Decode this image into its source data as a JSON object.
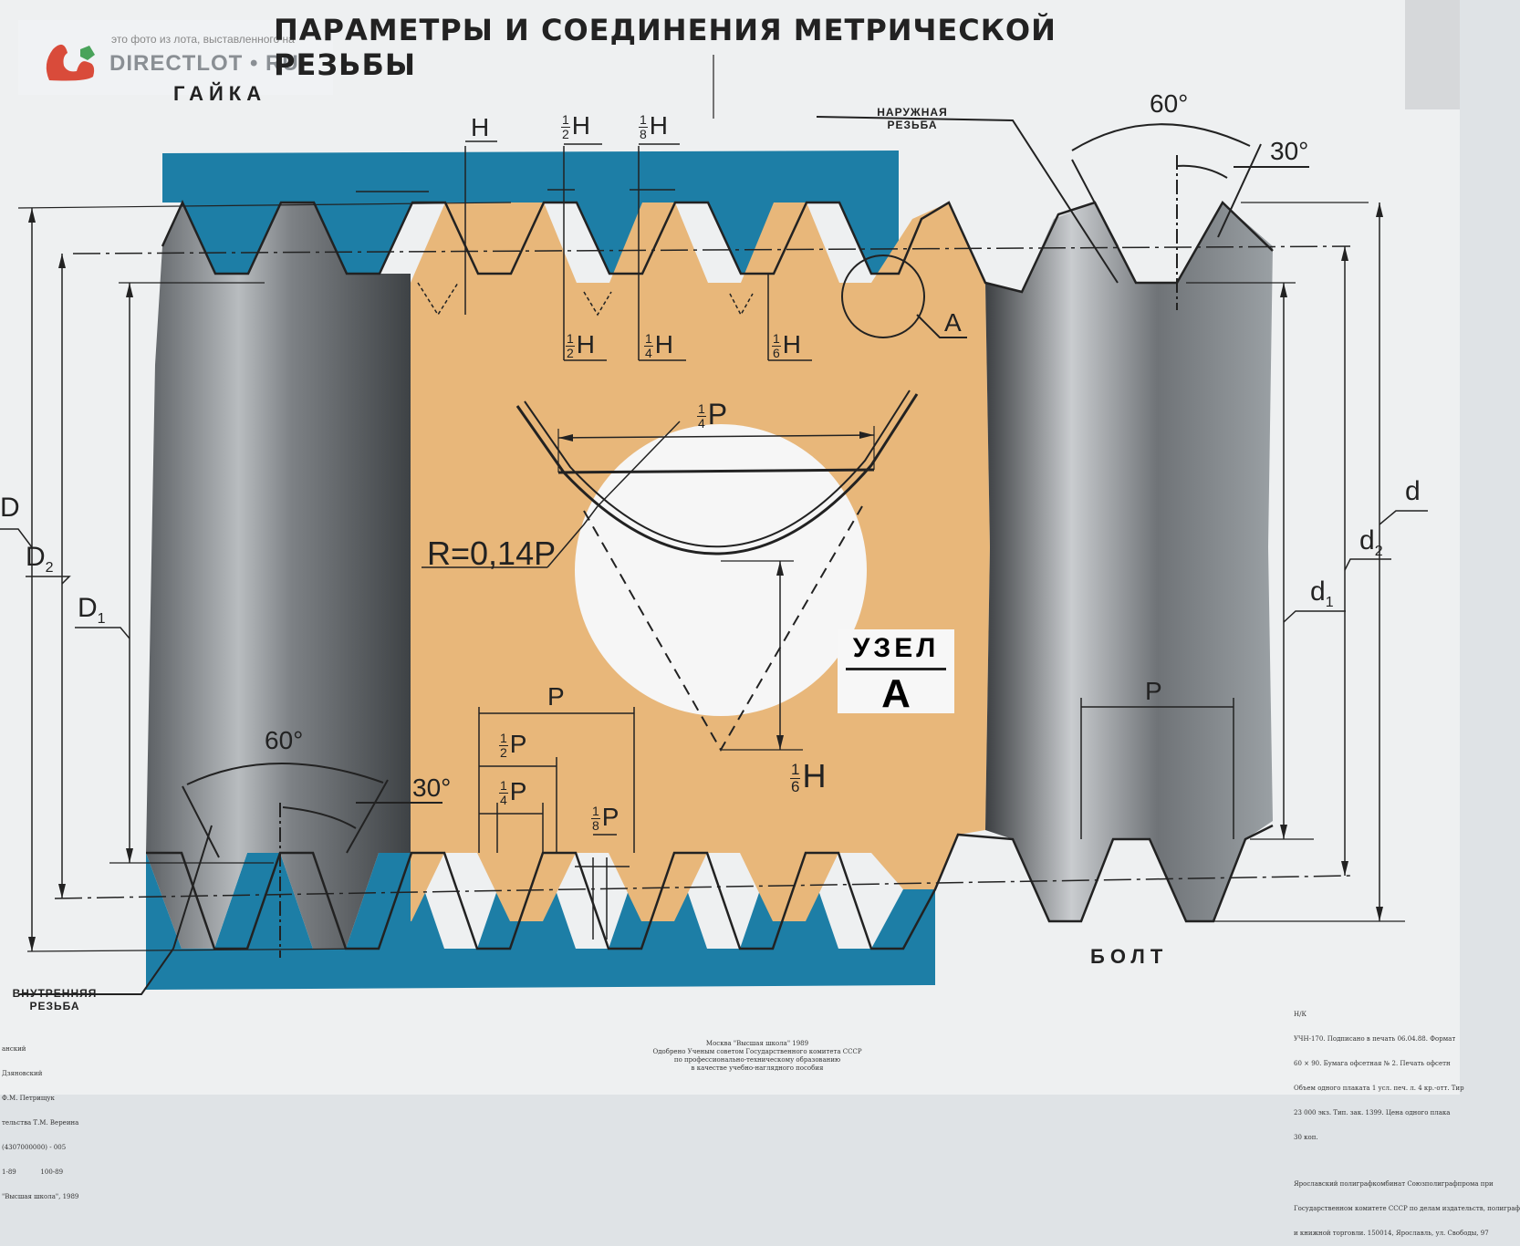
{
  "title": "ПАРАМЕТРЫ И  СОЕДИНЕНИЯ  МЕТРИЧЕСКОЙ РЕЗЬБЫ",
  "watermark": {
    "note": "это фото из лота, выставленного на",
    "site": "DIRECTLOT • RU"
  },
  "labels": {
    "nut": "ГАЙКА",
    "bolt": "БОЛТ",
    "external_thread": [
      "НАРУЖНАЯ",
      "РЕЗЬБА"
    ],
    "internal_thread": [
      "ВНУТРЕННЯЯ",
      "РЕЗЬБА"
    ],
    "node_word": "УЗЕЛ",
    "node_letter": "А",
    "callout_a": "А"
  },
  "dims": {
    "H": "H",
    "half_H_top": {
      "num": "1",
      "den": "2",
      "sym": "H"
    },
    "eighth_H": {
      "num": "1",
      "den": "8",
      "sym": "H"
    },
    "half_H_low": {
      "num": "1",
      "den": "2",
      "sym": "H"
    },
    "quarter_H": {
      "num": "1",
      "den": "4",
      "sym": "H"
    },
    "sixth_H_top": {
      "num": "1",
      "den": "6",
      "sym": "H"
    },
    "sixth_H_node": {
      "num": "1",
      "den": "6",
      "sym": "H"
    },
    "quarter_P_node": {
      "num": "1",
      "den": "4",
      "sym": "P"
    },
    "radius": "R=0,14P",
    "P": "P",
    "half_P": {
      "num": "1",
      "den": "2",
      "sym": "P"
    },
    "quarter_P": {
      "num": "1",
      "den": "4",
      "sym": "P"
    },
    "eighth_P": {
      "num": "1",
      "den": "8",
      "sym": "P"
    },
    "P_bolt": "P",
    "angle_60_top": "60°",
    "angle_30_top": "30°",
    "angle_60_bottom": "60°",
    "angle_30_bottom": "30°",
    "D": "D",
    "D2": {
      "base": "D",
      "sub": "2"
    },
    "D1": {
      "base": "D",
      "sub": "1"
    },
    "d": "d",
    "d2": {
      "base": "d",
      "sub": "2"
    },
    "d1": {
      "base": "d",
      "sub": "1"
    }
  },
  "imprint_center": [
    "Москва \"Высшая школа\" 1989",
    "Одобрено Ученым советом Государственного комитета СССР",
    "по профессионально-техническому образованию",
    "в качестве учебно-наглядного пособия"
  ],
  "imprint_right": [
    "Н/К",
    "УЧН-170. Подписано в печать 06.04.88. Формат",
    "60 × 90. Бумага офсетная № 2. Печать офсетн",
    "Объем одного плаката 1 усл. печ. л. 4 кр.-отт. Тир",
    "23 000 экз. Тип. зак. 1399. Цена одного плака",
    "30 коп.",
    "Ярославский полиграфкомбинат Союзполиграфпрома при",
    "Государственном комитете СССР по делам издательств, полиграф",
    "и книжной торговли. 150014, Ярославль, ул. Свободы, 97"
  ],
  "imprint_left": [
    "анский",
    "Дзяновский",
    "Ф.М. Петрищук",
    "тельства Т.М. Вереина",
    "(4307000000) - 005",
    "1-89            100-89",
    "\"Высшая школа\", 1989"
  ],
  "colors": {
    "blue": "#1d7ea6",
    "sand": "#e8b77a",
    "steel": "#6b6f73",
    "paper": "#eef0f1",
    "ink": "#222222"
  }
}
